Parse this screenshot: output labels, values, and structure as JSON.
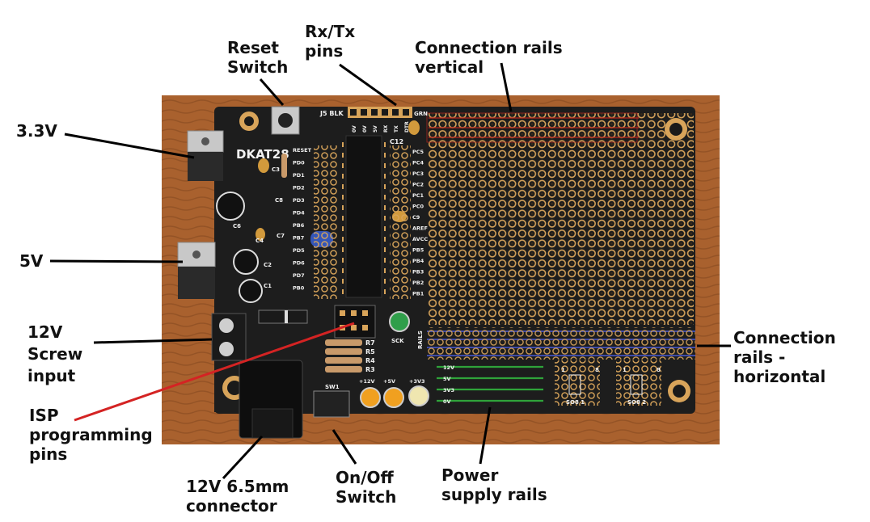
{
  "labels": {
    "reset_switch": [
      "Reset",
      "Switch"
    ],
    "rxtx_pins": [
      "Rx/Tx",
      "pins"
    ],
    "rails_vertical": [
      "Connection rails",
      "vertical"
    ],
    "v33": [
      "3.3V"
    ],
    "v5": [
      "5V"
    ],
    "screw_input": [
      "12V",
      "Screw",
      "input"
    ],
    "rails_horizontal": [
      "Connection",
      "rails -",
      "horizontal"
    ],
    "isp_pins": [
      "ISP",
      "programming",
      "pins"
    ],
    "connector": [
      "12V 6.5mm",
      "connector"
    ],
    "onoff_switch": [
      "On/Off",
      "Switch"
    ],
    "power_rails": [
      "Power",
      "supply rails"
    ]
  },
  "silkscreen": {
    "board_name": "DKAT28",
    "header_label": "J5 BLK",
    "header_grn": "GRN",
    "header_pins": [
      "0V",
      "0V",
      "5V",
      "RX",
      "TX",
      "DTR"
    ],
    "cap_c12": "C12",
    "left_pins": [
      "RESET",
      "PD0",
      "PD1",
      "PD2",
      "PD3",
      "PD4",
      "PB6",
      "PB7",
      "PD5",
      "PD6",
      "PD7",
      "PB0"
    ],
    "right_pins": [
      "PC5",
      "PC4",
      "PC3",
      "PC2",
      "PC1",
      "PC0",
      "C9",
      "AREF",
      "AVCC",
      "PB5",
      "PB4",
      "PB3",
      "PB2",
      "PB1"
    ],
    "resistors": [
      "R7",
      "R5",
      "R4",
      "R3"
    ],
    "caps": [
      "C8",
      "C7",
      "C2",
      "C1",
      "C6",
      "C4",
      "C3"
    ],
    "sck": "SCK",
    "rails_tag": "RAILS",
    "switch_tag": "SW1",
    "led_labels": [
      "+12V",
      "+5V",
      "+3V3"
    ],
    "supply_rails": [
      "12V",
      "5V",
      "3V3",
      "0V"
    ],
    "so8_1": "SO8 1",
    "so8_2": "SO8 2",
    "so8_pin1": "1",
    "so8_pin8": "8"
  },
  "colors": {
    "wood": "#a9612e",
    "pcb": "#1d1d1d",
    "pad": "#d8a45a",
    "rail_red": "#b8251e",
    "rail_blue": "#4b5bd6",
    "rail_green": "#2fa33a",
    "isp_line": "#d42323",
    "led_yellow": "#f0a020",
    "led_green": "#2f9e4a"
  }
}
